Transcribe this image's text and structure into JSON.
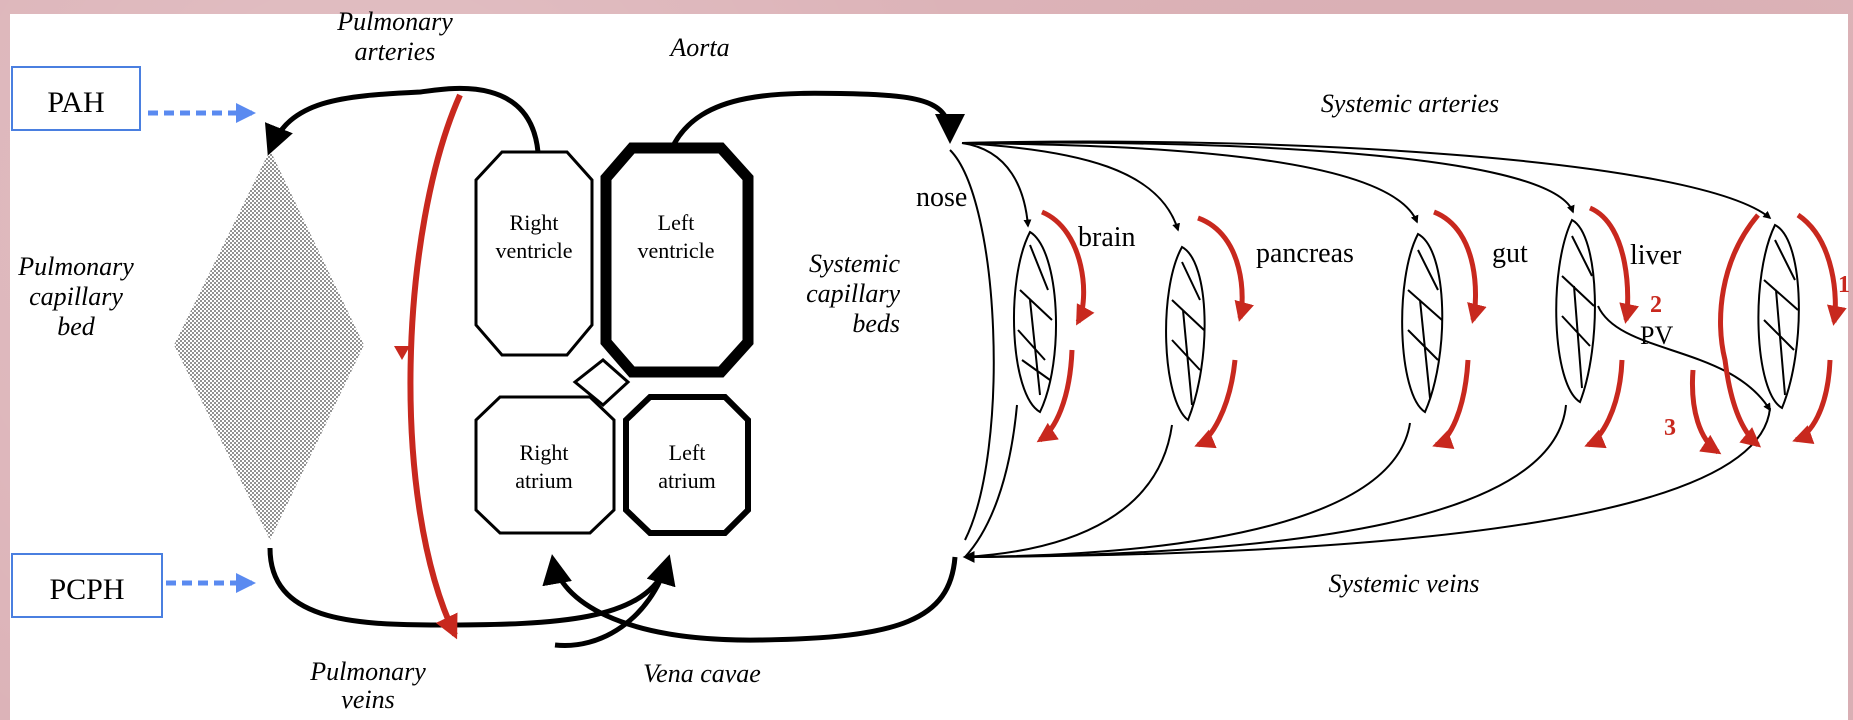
{
  "colors": {
    "background": "#dcb3b8",
    "panel": "#ffffff",
    "flow_red": "#c8281e",
    "box_blue": "#4a7fe0",
    "arrow_blue": "#5a8af0",
    "stroke": "#000000",
    "stipple": "#444444"
  },
  "boxes": {
    "pah": "PAH",
    "pcph": "PCPH"
  },
  "pulmonary": {
    "arteries_line1": "Pulmonary",
    "arteries_line2": "arteries",
    "capillary_line1": "Pulmonary",
    "capillary_line2": "capillary",
    "capillary_line3": "bed",
    "veins_line1": "Pulmonary",
    "veins_line2": "veins"
  },
  "heart": {
    "right_ventricle_line1": "Right",
    "right_ventricle_line2": "ventricle",
    "left_ventricle_line1": "Left",
    "left_ventricle_line2": "ventricle",
    "right_atrium_line1": "Right",
    "right_atrium_line2": "atrium",
    "left_atrium_line1": "Left",
    "left_atrium_line2": "atrium"
  },
  "vessels": {
    "aorta": "Aorta",
    "vena_cavae": "Vena cavae",
    "systemic_arteries": "Systemic arteries",
    "systemic_veins": "Systemic veins"
  },
  "systemic_beds": {
    "line1": "Systemic",
    "line2": "capillary",
    "line3": "beds"
  },
  "organs": {
    "nose": "nose",
    "brain": "brain",
    "pancreas": "pancreas",
    "gut": "gut",
    "liver": "liver",
    "portal_vein": "PV"
  },
  "numbers": {
    "n1": "1",
    "n2": "2",
    "n3": "3"
  }
}
